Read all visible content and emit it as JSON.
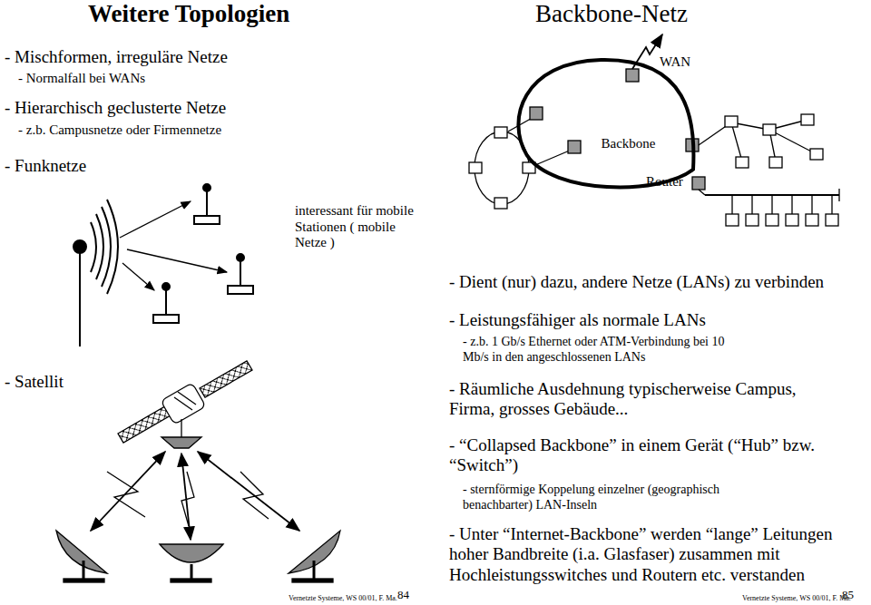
{
  "diagram": {
    "title": "Weitere Topologien",
    "nodes": [
      {
        "text": [
          "Backbone"
        ]
      }
    ],
    "labels": [
      "- Mischformen, irreguläre Netze",
      "- Normalfall bei WANs",
      "- Hierarchisch geclusterte Netze",
      "- z.b. Campusnetze oder Firmennetze",
      "- Funknetze",
      "interessant für mobile Stationen ( mobile Netze )",
      "- Satellit",
      "Vernetzte Systeme, WS 00/01, F. Ma.",
      "84",
      "Backbone-Netz",
      "WAN",
      "Router",
      "- Dient (nur) dazu, andere Netze (LANs) zu verbinden",
      "- Leistungsfähiger als normale LANs",
      "- z.b. 1 Gb/s Ethernet oder ATM-Verbindung bei 10 Mb/s in den angeschlossenen LANs",
      "- Räumliche Ausdehnung typischerweise Campus, Firma, grosses Gebäude...",
      "- “Collapsed Backbone” in einem Gerät (“Hub” bzw. “Switch”)",
      "- sternförmige Koppelung einzelner (geographisch benachbarter) LAN-Inseln",
      "- Unter “Internet-Backbone” werden “lange” Leitungen hoher Bandbreite (i.a. Glasfaser) zusammen mit Hochleistungsswitches und Routern etc. verstanden",
      "Vernetzte Systeme, WS 00/01, F. Ma.",
      "85"
    ]
  }
}
